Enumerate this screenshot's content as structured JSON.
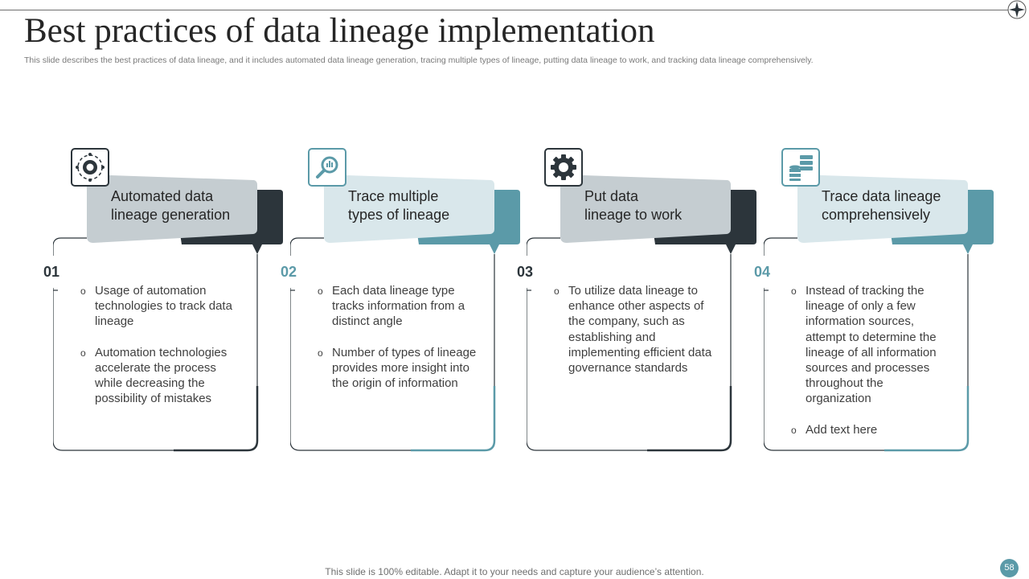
{
  "slide": {
    "title": "Best practices of data lineage implementation",
    "subtitle": "This slide describes the best practices of data lineage, and it includes automated data lineage generation, tracing multiple types of lineage, putting data lineage to work, and tracking data lineage comprehensively.",
    "footer": "This slide is 100% editable. Adapt it to your needs and capture your audience’s attention.",
    "page_number": "58"
  },
  "colors": {
    "dark": "#2c353b",
    "teal": "#5b9aa8",
    "light_gray": "#c5cdd1",
    "light_blue": "#d9e7eb"
  },
  "cards": [
    {
      "number": "01",
      "heading": [
        "Automated data",
        "lineage generation"
      ],
      "icon": "automation-gear-icon",
      "bullets": [
        "Usage of automation technologies to track data lineage",
        "Automation technologies accelerate the process while decreasing the possibility of mistakes"
      ]
    },
    {
      "number": "02",
      "heading": [
        "Trace multiple",
        "types of lineage"
      ],
      "icon": "magnifier-chart-icon",
      "bullets": [
        "Each data lineage type tracks information from a distinct angle",
        "Number of types of lineage provides more insight into the origin of information"
      ]
    },
    {
      "number": "03",
      "heading": [
        "Put data",
        "lineage to work"
      ],
      "icon": "gear-icon",
      "bullets": [
        "To utilize data lineage to enhance other aspects of the company, such as establishing and implementing efficient data governance standards"
      ]
    },
    {
      "number": "04",
      "heading": [
        "Trace data lineage",
        "comprehensively"
      ],
      "icon": "database-icon",
      "bullets": [
        "Instead of tracking the lineage of only a few information sources, attempt to determine the lineage of all information sources and processes throughout the organization",
        "Add text here"
      ]
    }
  ]
}
